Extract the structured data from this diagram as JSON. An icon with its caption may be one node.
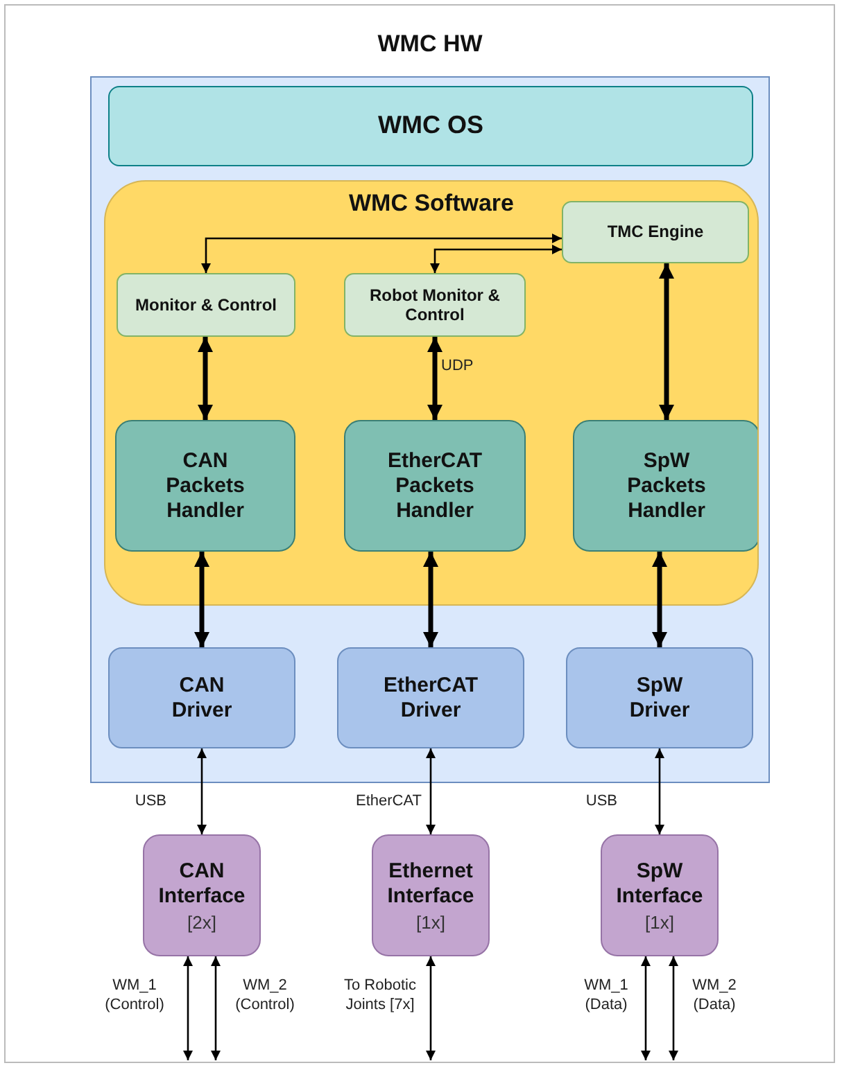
{
  "diagram": {
    "nodes": [
      {
        "text": [
          "WMC HW"
        ]
      },
      {
        "text": [
          "WMC OS"
        ],
        "in": 0
      },
      {
        "text": [
          "WMC Software"
        ],
        "in": 0
      },
      {
        "text": [
          "TMC Engine"
        ],
        "in": 2
      },
      {
        "text": [
          "Monitor & Control"
        ],
        "in": 2
      },
      {
        "text": [
          "Robot Monitor & Control"
        ],
        "in": 2
      },
      {
        "text": [
          "CAN Packets Handler"
        ],
        "in": 2
      },
      {
        "text": [
          "EtherCAT Packets Handler"
        ],
        "in": 2
      },
      {
        "text": [
          "SpW Packets Handler"
        ],
        "in": 2
      },
      {
        "text": [
          "CAN Driver"
        ],
        "in": 0
      },
      {
        "text": [
          "EtherCAT Driver"
        ],
        "in": 0
      },
      {
        "text": [
          "SpW Driver"
        ],
        "in": 0
      },
      {
        "text": [
          "CAN Interface",
          "[2x]"
        ]
      },
      {
        "text": [
          "Ethernet Interface",
          "[1x]"
        ]
      },
      {
        "text": [
          "SpW Interface",
          "[1x]"
        ]
      }
    ],
    "edges": [
      {
        "from": 3,
        "to": 4,
        "arrow": "both"
      },
      {
        "from": 3,
        "to": 5,
        "arrow": "both"
      },
      {
        "from": 4,
        "to": 6,
        "arrow": "both",
        "style": "thick"
      },
      {
        "from": 5,
        "to": 7,
        "arrow": "both",
        "style": "thick",
        "label": "UDP"
      },
      {
        "from": 3,
        "to": 8,
        "arrow": "both",
        "style": "thick"
      },
      {
        "from": 6,
        "to": 9,
        "arrow": "both",
        "style": "thick"
      },
      {
        "from": 7,
        "to": 10,
        "arrow": "both",
        "style": "thick"
      },
      {
        "from": 8,
        "to": 11,
        "arrow": "both",
        "style": "thick"
      },
      {
        "from": 9,
        "to": 12,
        "arrow": "both",
        "label": "USB"
      },
      {
        "from": 10,
        "to": 13,
        "arrow": "both",
        "label": "EtherCAT"
      },
      {
        "from": 11,
        "to": 14,
        "arrow": "both",
        "label": "USB"
      },
      {
        "from": 12,
        "to": null,
        "arrow": "both",
        "label": "WM_1 (Control)"
      },
      {
        "from": 12,
        "to": null,
        "arrow": "both",
        "label": "WM_2 (Control)"
      },
      {
        "from": 13,
        "to": null,
        "arrow": "both",
        "label": "To Robotic Joints [7x]"
      },
      {
        "from": 14,
        "to": null,
        "arrow": "both",
        "label": "WM_1 (Data)"
      },
      {
        "from": 14,
        "to": null,
        "arrow": "both",
        "label": "WM_2 (Data)"
      }
    ]
  }
}
